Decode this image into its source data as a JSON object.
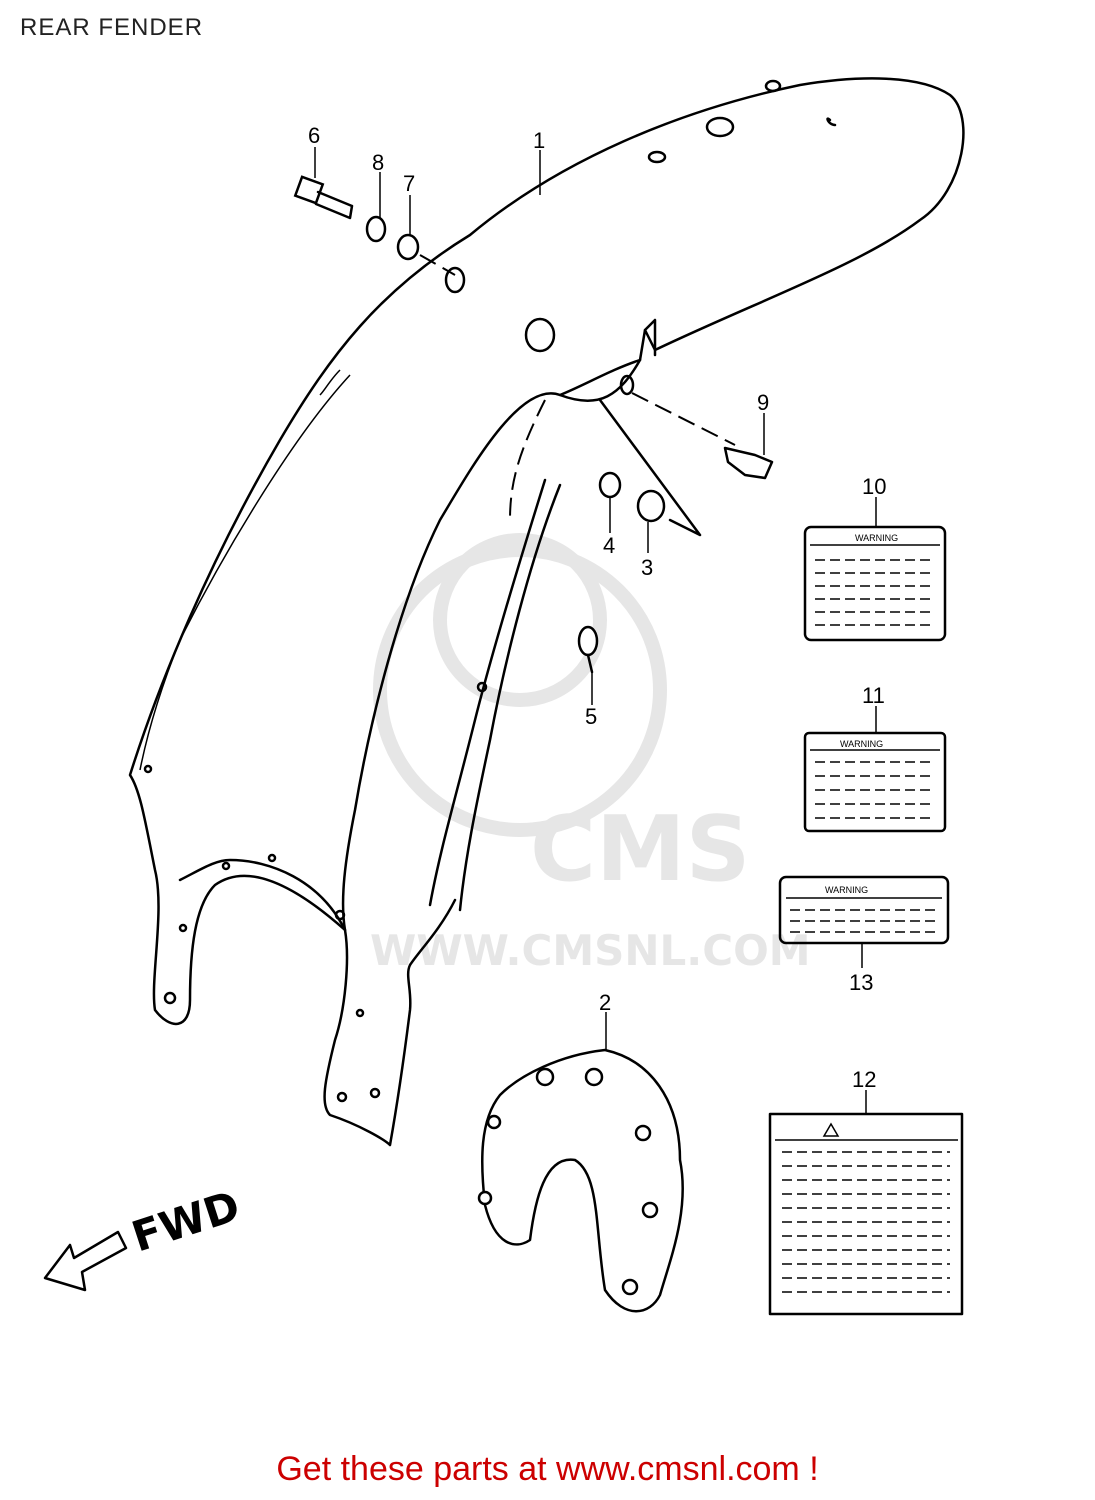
{
  "page": {
    "title": "REAR FENDER"
  },
  "footer": {
    "text": "Get these parts at www.cmsnl.com !"
  },
  "watermark": {
    "logo": "CMS",
    "url": "WWW.CMSNL.COM"
  },
  "fwd_label": "FWD",
  "callouts": [
    "1",
    "2",
    "3",
    "4",
    "5",
    "6",
    "7",
    "8",
    "9",
    "10",
    "11",
    "12",
    "13"
  ],
  "labels": {
    "l10": "WARNING",
    "l11": "WARNING",
    "l13": "WARNING"
  },
  "colors": {
    "link": "#cc0000",
    "ink": "#000000",
    "watermark": "#e6e6e6"
  }
}
